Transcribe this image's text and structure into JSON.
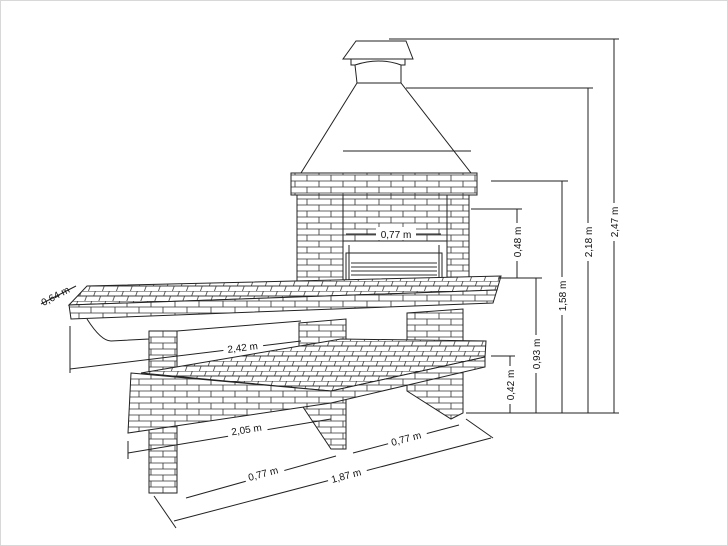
{
  "title": "Brick barbecue with counters – dimensions",
  "dimensions": {
    "counter_depth": "0,64 m",
    "upper_counter_length": "2,42 m",
    "lower_shelf_length": "2,05 m",
    "grill_width": "0,77 m",
    "left_leg_gap": "0,77 m",
    "base_total_width": "1,87 m",
    "right_leg_gap": "0,77 m",
    "firebox_height": "0,48 m",
    "lower_shelf_height": "0,42 m",
    "counter_height": "0,93 m",
    "firebox_top_height": "1,58 m",
    "hood_top_height": "2,18 m",
    "total_height": "2,47 m"
  },
  "colors": {
    "line": "#222222",
    "background": "#ffffff",
    "frame": "#d8d8d8"
  }
}
